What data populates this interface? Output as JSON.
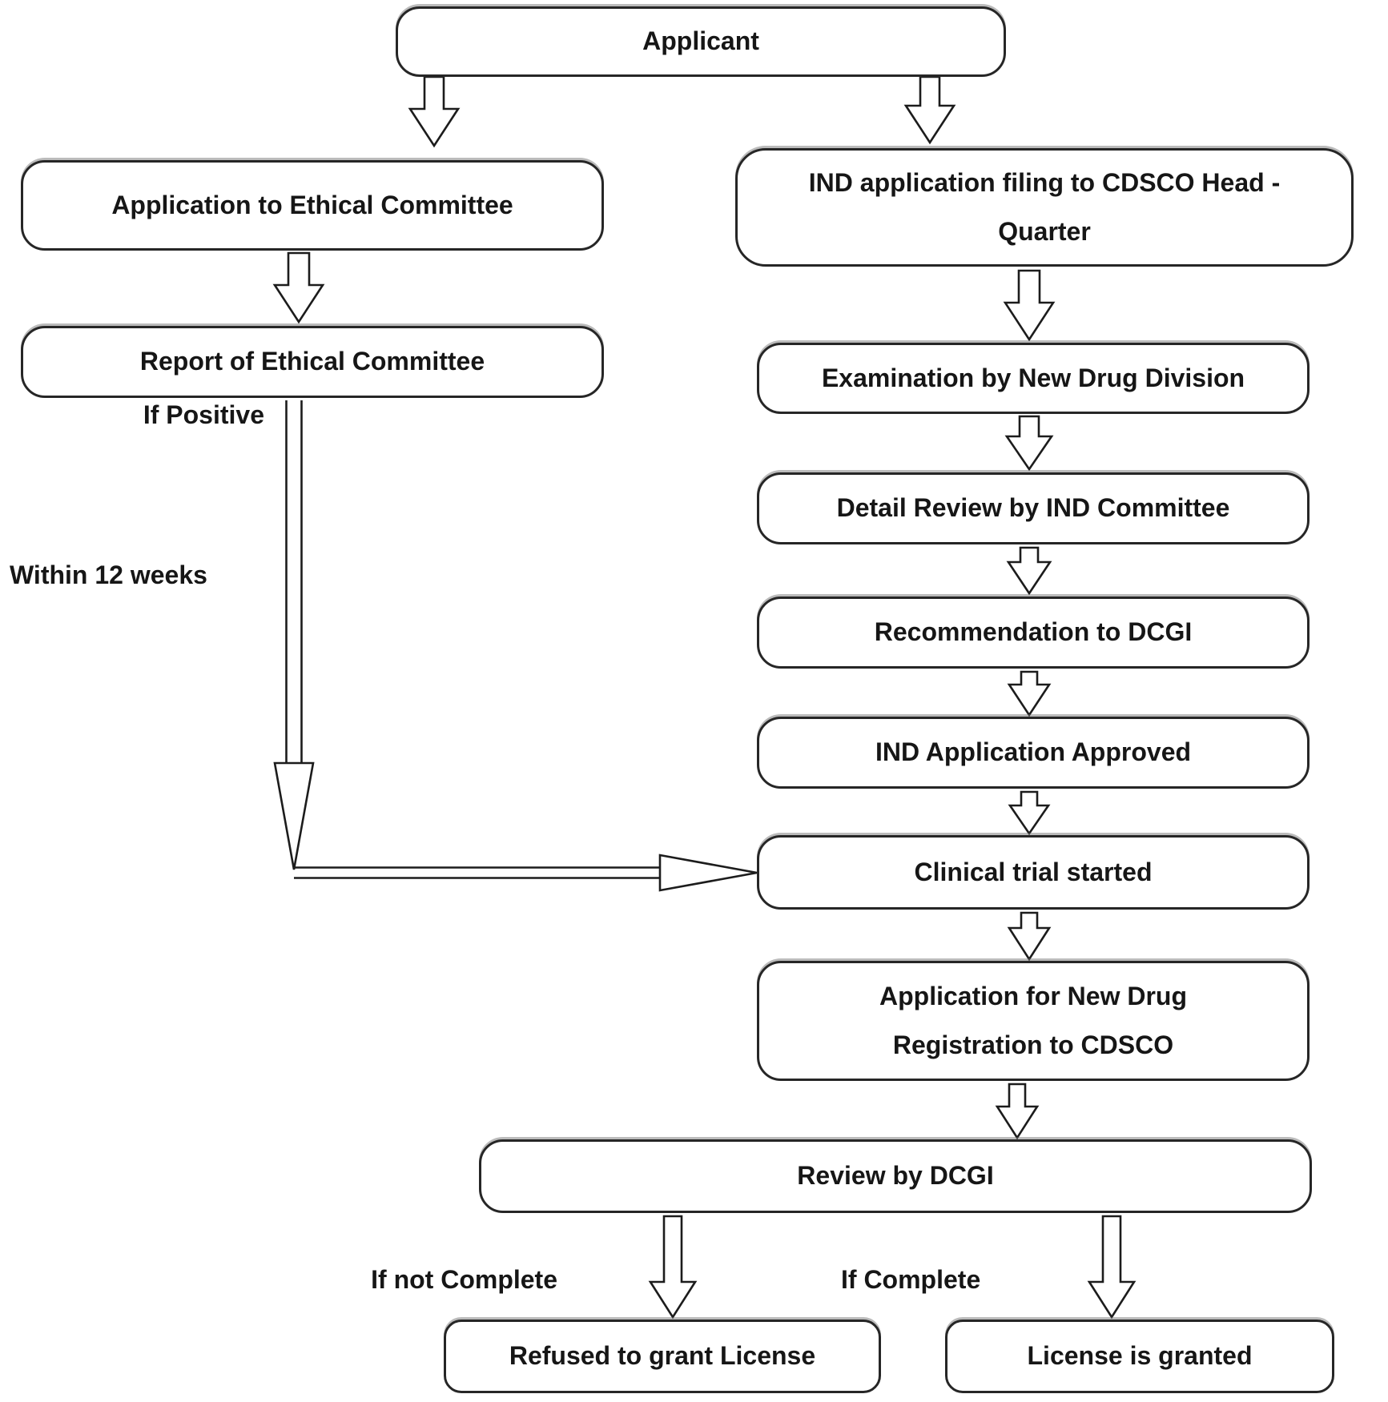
{
  "diagram": {
    "nodes": {
      "applicant": {
        "label": "Applicant"
      },
      "application_to_ethical_committee": {
        "label": "Application to Ethical Committee"
      },
      "report_of_ethical_committee": {
        "label": "Report of Ethical Committee"
      },
      "ind_application_filing": {
        "label": "IND application filing to CDSCO Head - Quarter"
      },
      "examination_new_drug_division": {
        "label": "Examination by New Drug Division"
      },
      "detail_review_ind_committee": {
        "label": "Detail Review by IND Committee"
      },
      "recommendation_to_dcgi": {
        "label": "Recommendation to DCGI"
      },
      "ind_application_approved": {
        "label": "IND Application Approved"
      },
      "clinical_trial_started": {
        "label": "Clinical trial started"
      },
      "application_new_drug_registration": {
        "label": "Application for New Drug Registration to CDSCO"
      },
      "review_by_dcgi": {
        "label": "Review by DCGI"
      },
      "refused_to_grant_license": {
        "label": "Refused to grant License"
      },
      "license_is_granted": {
        "label": "License is granted"
      }
    },
    "edge_labels": {
      "if_positive": "If Positive",
      "within_12_weeks": "Within 12 weeks",
      "if_not_complete": "If not Complete",
      "if_complete": "If Complete"
    },
    "edges": [
      {
        "from": "applicant",
        "to": "application_to_ethical_committee",
        "label": ""
      },
      {
        "from": "applicant",
        "to": "ind_application_filing",
        "label": ""
      },
      {
        "from": "application_to_ethical_committee",
        "to": "report_of_ethical_committee",
        "label": ""
      },
      {
        "from": "report_of_ethical_committee",
        "to": "clinical_trial_started",
        "label": "If Positive",
        "note": "Within 12 weeks"
      },
      {
        "from": "ind_application_filing",
        "to": "examination_new_drug_division",
        "label": ""
      },
      {
        "from": "examination_new_drug_division",
        "to": "detail_review_ind_committee",
        "label": ""
      },
      {
        "from": "detail_review_ind_committee",
        "to": "recommendation_to_dcgi",
        "label": ""
      },
      {
        "from": "recommendation_to_dcgi",
        "to": "ind_application_approved",
        "label": ""
      },
      {
        "from": "ind_application_approved",
        "to": "clinical_trial_started",
        "label": ""
      },
      {
        "from": "clinical_trial_started",
        "to": "application_new_drug_registration",
        "label": ""
      },
      {
        "from": "application_new_drug_registration",
        "to": "review_by_dcgi",
        "label": ""
      },
      {
        "from": "review_by_dcgi",
        "to": "refused_to_grant_license",
        "label": "If not Complete"
      },
      {
        "from": "review_by_dcgi",
        "to": "license_is_granted",
        "label": "If Complete"
      }
    ],
    "colors": {
      "stroke": "#1c1c1c",
      "fill": "#ffffff",
      "background": "#ffffff"
    }
  }
}
